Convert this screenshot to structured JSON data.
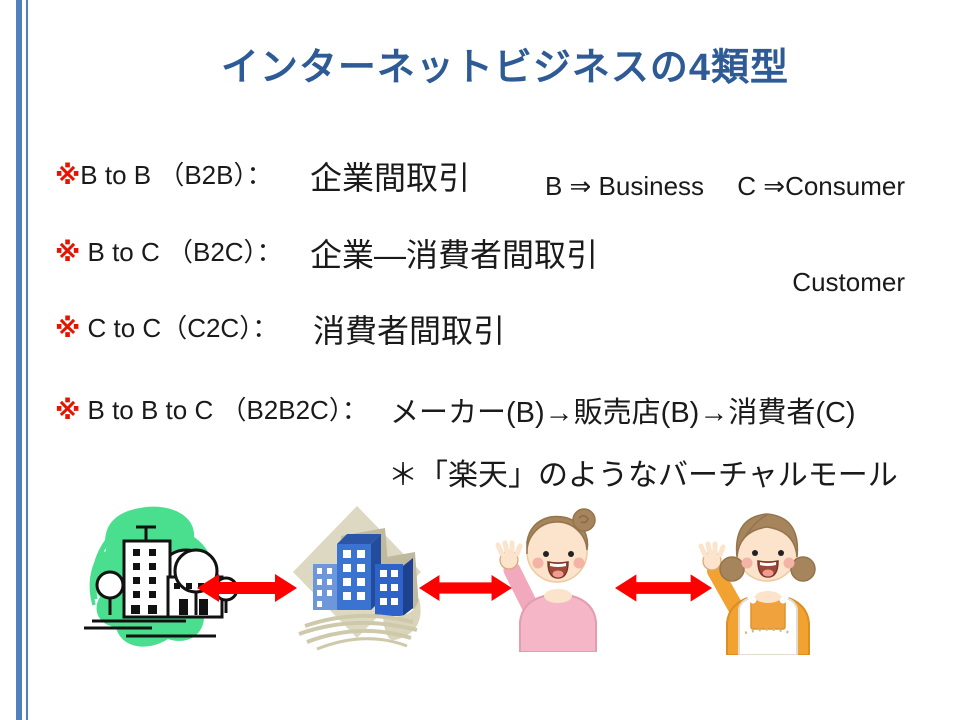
{
  "slide": {
    "title": "インターネットビジネスの4類型",
    "legend": {
      "line1": "B ⇒ Business　 C ⇒Consumer",
      "line2": "Customer"
    },
    "bullets": [
      {
        "marker": "※",
        "label": "B to B （B2B）： ",
        "desc": "企業間取引"
      },
      {
        "marker": "※",
        "label": " B to C （B2C）： ",
        "desc": "企業—消費者間取引"
      },
      {
        "marker": "※",
        "label": " C to C（C2C）： ",
        "desc": "消費者間取引"
      },
      {
        "marker": "※",
        "label": " B to B to C （B2B2C）： ",
        "desc": "メーカー(B)→販売店(B)→消費者(C)"
      }
    ],
    "note": "＊「楽天」のようなバーチャルモール",
    "colors": {
      "title_blue": "#2E5B95",
      "side_bar_blue": "#4F81BD",
      "bullet_marker_red": "#E51400",
      "arrow_red": "#FF0000",
      "clipart_green": "#4ADE8F",
      "clipart_building_blue": "#3B73D0",
      "clipart_diamond_tan": "#DDD8C1",
      "clipart_pink_top": "#F5B6C7",
      "clipart_orange_top": "#F2A230"
    },
    "illustrations": {
      "left_to_right": [
        "city-illustration",
        "office-buildings-illustration",
        "woman-pink-illustration",
        "woman-apron-illustration"
      ],
      "connector": "double-headed-arrow-icon"
    }
  }
}
